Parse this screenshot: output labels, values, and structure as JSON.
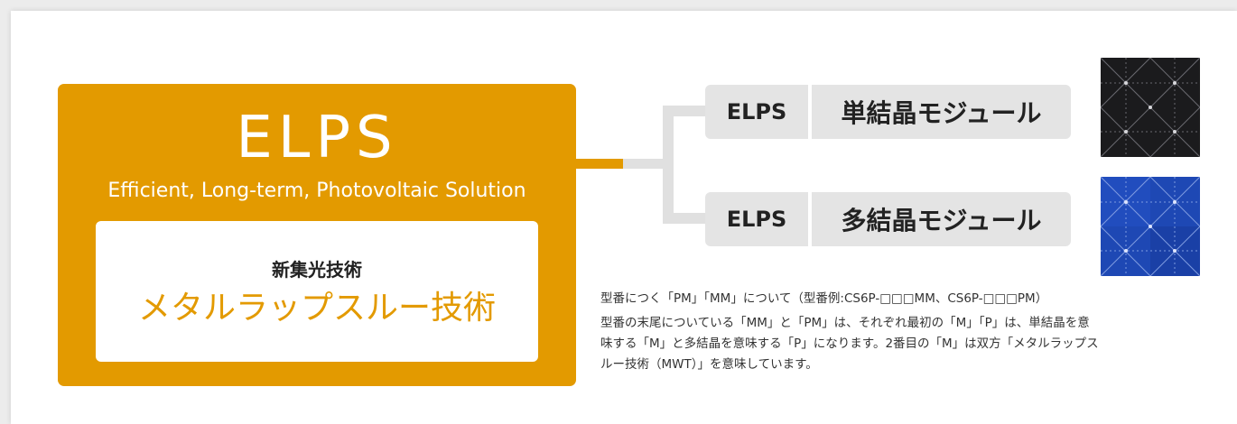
{
  "main": {
    "title": "ELPS",
    "subtitle": "Efficient, Long-term, Photovoltaic Solution",
    "inner_small": "新集光技術",
    "inner_large": "メタルラップスルー技術",
    "color": "#e39a00"
  },
  "branches": [
    {
      "left_label": "ELPS",
      "right_label": "単結晶モジュール",
      "swatch_icon": "mono-cell-texture",
      "swatch_color": "#1b1b1d"
    },
    {
      "left_label": "ELPS",
      "right_label": "多結晶モジュール",
      "swatch_icon": "poly-cell-texture",
      "swatch_color": "#1e48b4"
    }
  ],
  "notes": {
    "heading": "型番につく「PM」「MM」について（型番例:CS6P-□□□MM、CS6P-□□□PM）",
    "line1": "型番の末尾についている「MM」と「PM」は、それぞれ最初の「M」「P」は、単結晶を意",
    "line2": "味する「M」と多結晶を意味する「P」になります。2番目の「M」は双方「メタルラップス",
    "line3": "ルー技術（MWT）」を意味しています。"
  }
}
